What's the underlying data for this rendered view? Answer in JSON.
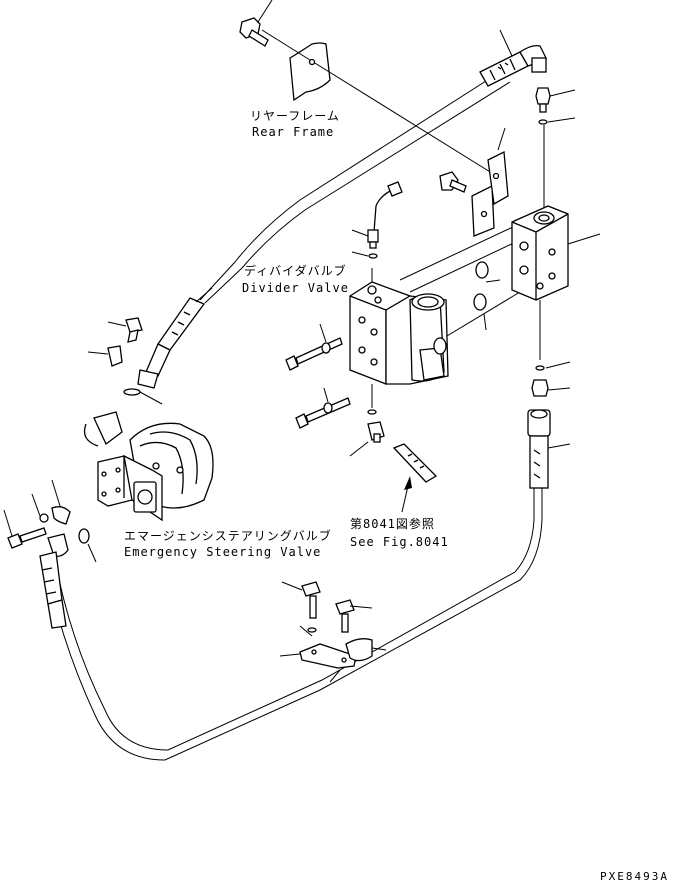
{
  "labels": {
    "rear_frame_jp": "リヤーフレーム",
    "rear_frame_en": "Rear Frame",
    "divider_valve_jp": "ディバイダバルブ",
    "divider_valve_en": "Divider Valve",
    "emergency_valve_jp": "エマージェンシステアリングバルブ",
    "emergency_valve_en": "Emergency Steering Valve",
    "see_fig_jp": "第8041図参照",
    "see_fig_en": "See Fig.8041"
  },
  "drawing_code": "PXE8493A"
}
